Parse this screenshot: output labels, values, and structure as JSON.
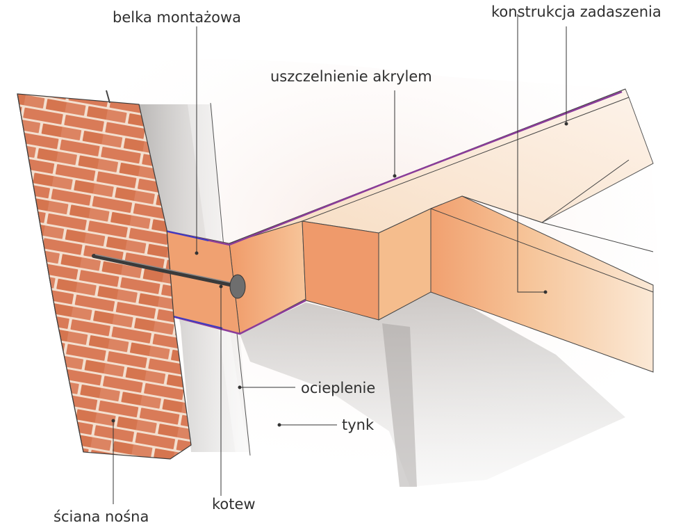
{
  "labels": {
    "mounting_beam": "belka montażowa",
    "roof_structure": "konstrukcja zadaszenia",
    "acrylic_seal": "uszczelnienie akrylem",
    "insulation": "ocieplenie",
    "plaster": "tynk",
    "anchor": "kotew",
    "load_bearing_wall": "ściana nośna"
  },
  "colors": {
    "brick": "#d9805e",
    "mortar": "#f3dfcf",
    "wood": "#f2a775",
    "wood_light": "#f7d3a8",
    "seal": "#8a3c9a",
    "shadow": "#b5b2b0",
    "ink": "#2f2f2f"
  }
}
